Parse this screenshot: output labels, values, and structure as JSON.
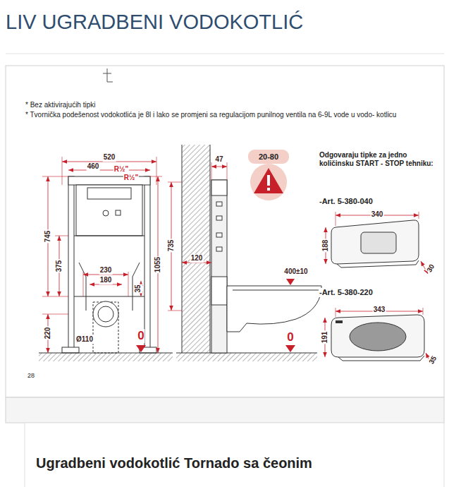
{
  "diagram": {
    "title": "LIV UGRADBENI VODOKOTLIĆ",
    "labels": [
      "* Bez aktivirajućih tipki",
      "* Tvornička podešenost vodokotlića je 8l i lako se promjeni sa regulacijom punilnog ventila na 6-9L vode u vodo- kotlicu",
      "520",
      "460",
      "R½\"",
      "R½\"",
      "20-80",
      "47",
      "Odgovaraju tipke za jedno količinsku START - STOP tehniku:",
      "745",
      "735",
      "-Art. 5-380-040",
      "340",
      "188",
      "30",
      "375",
      "1055",
      "230",
      "180",
      "120",
      "35",
      "400±10",
      "-Art. 5-380-220",
      "343",
      "191",
      "35",
      "220",
      "Ø110",
      "0",
      "0",
      "28",
      "Ugradbeni vodokotlić Tornado sa čeonim"
    ]
  }
}
